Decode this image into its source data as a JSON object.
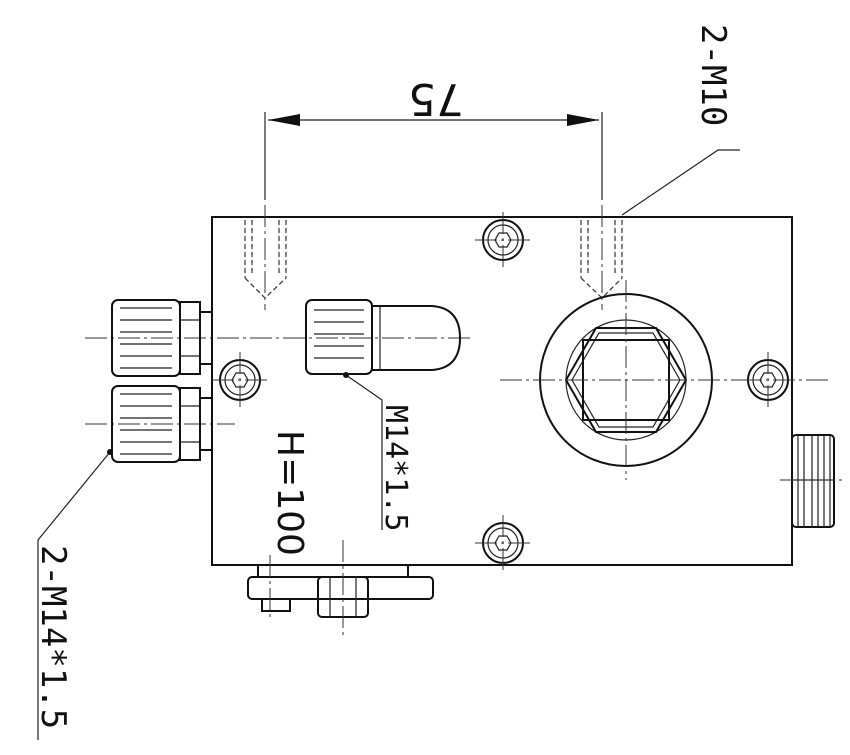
{
  "drawing": {
    "dimension_75": "75",
    "label_2_m10": "2-M10",
    "label_m14": "M14*1.5",
    "label_height": "H=100",
    "label_2_m14": "2-M14*1.5"
  }
}
